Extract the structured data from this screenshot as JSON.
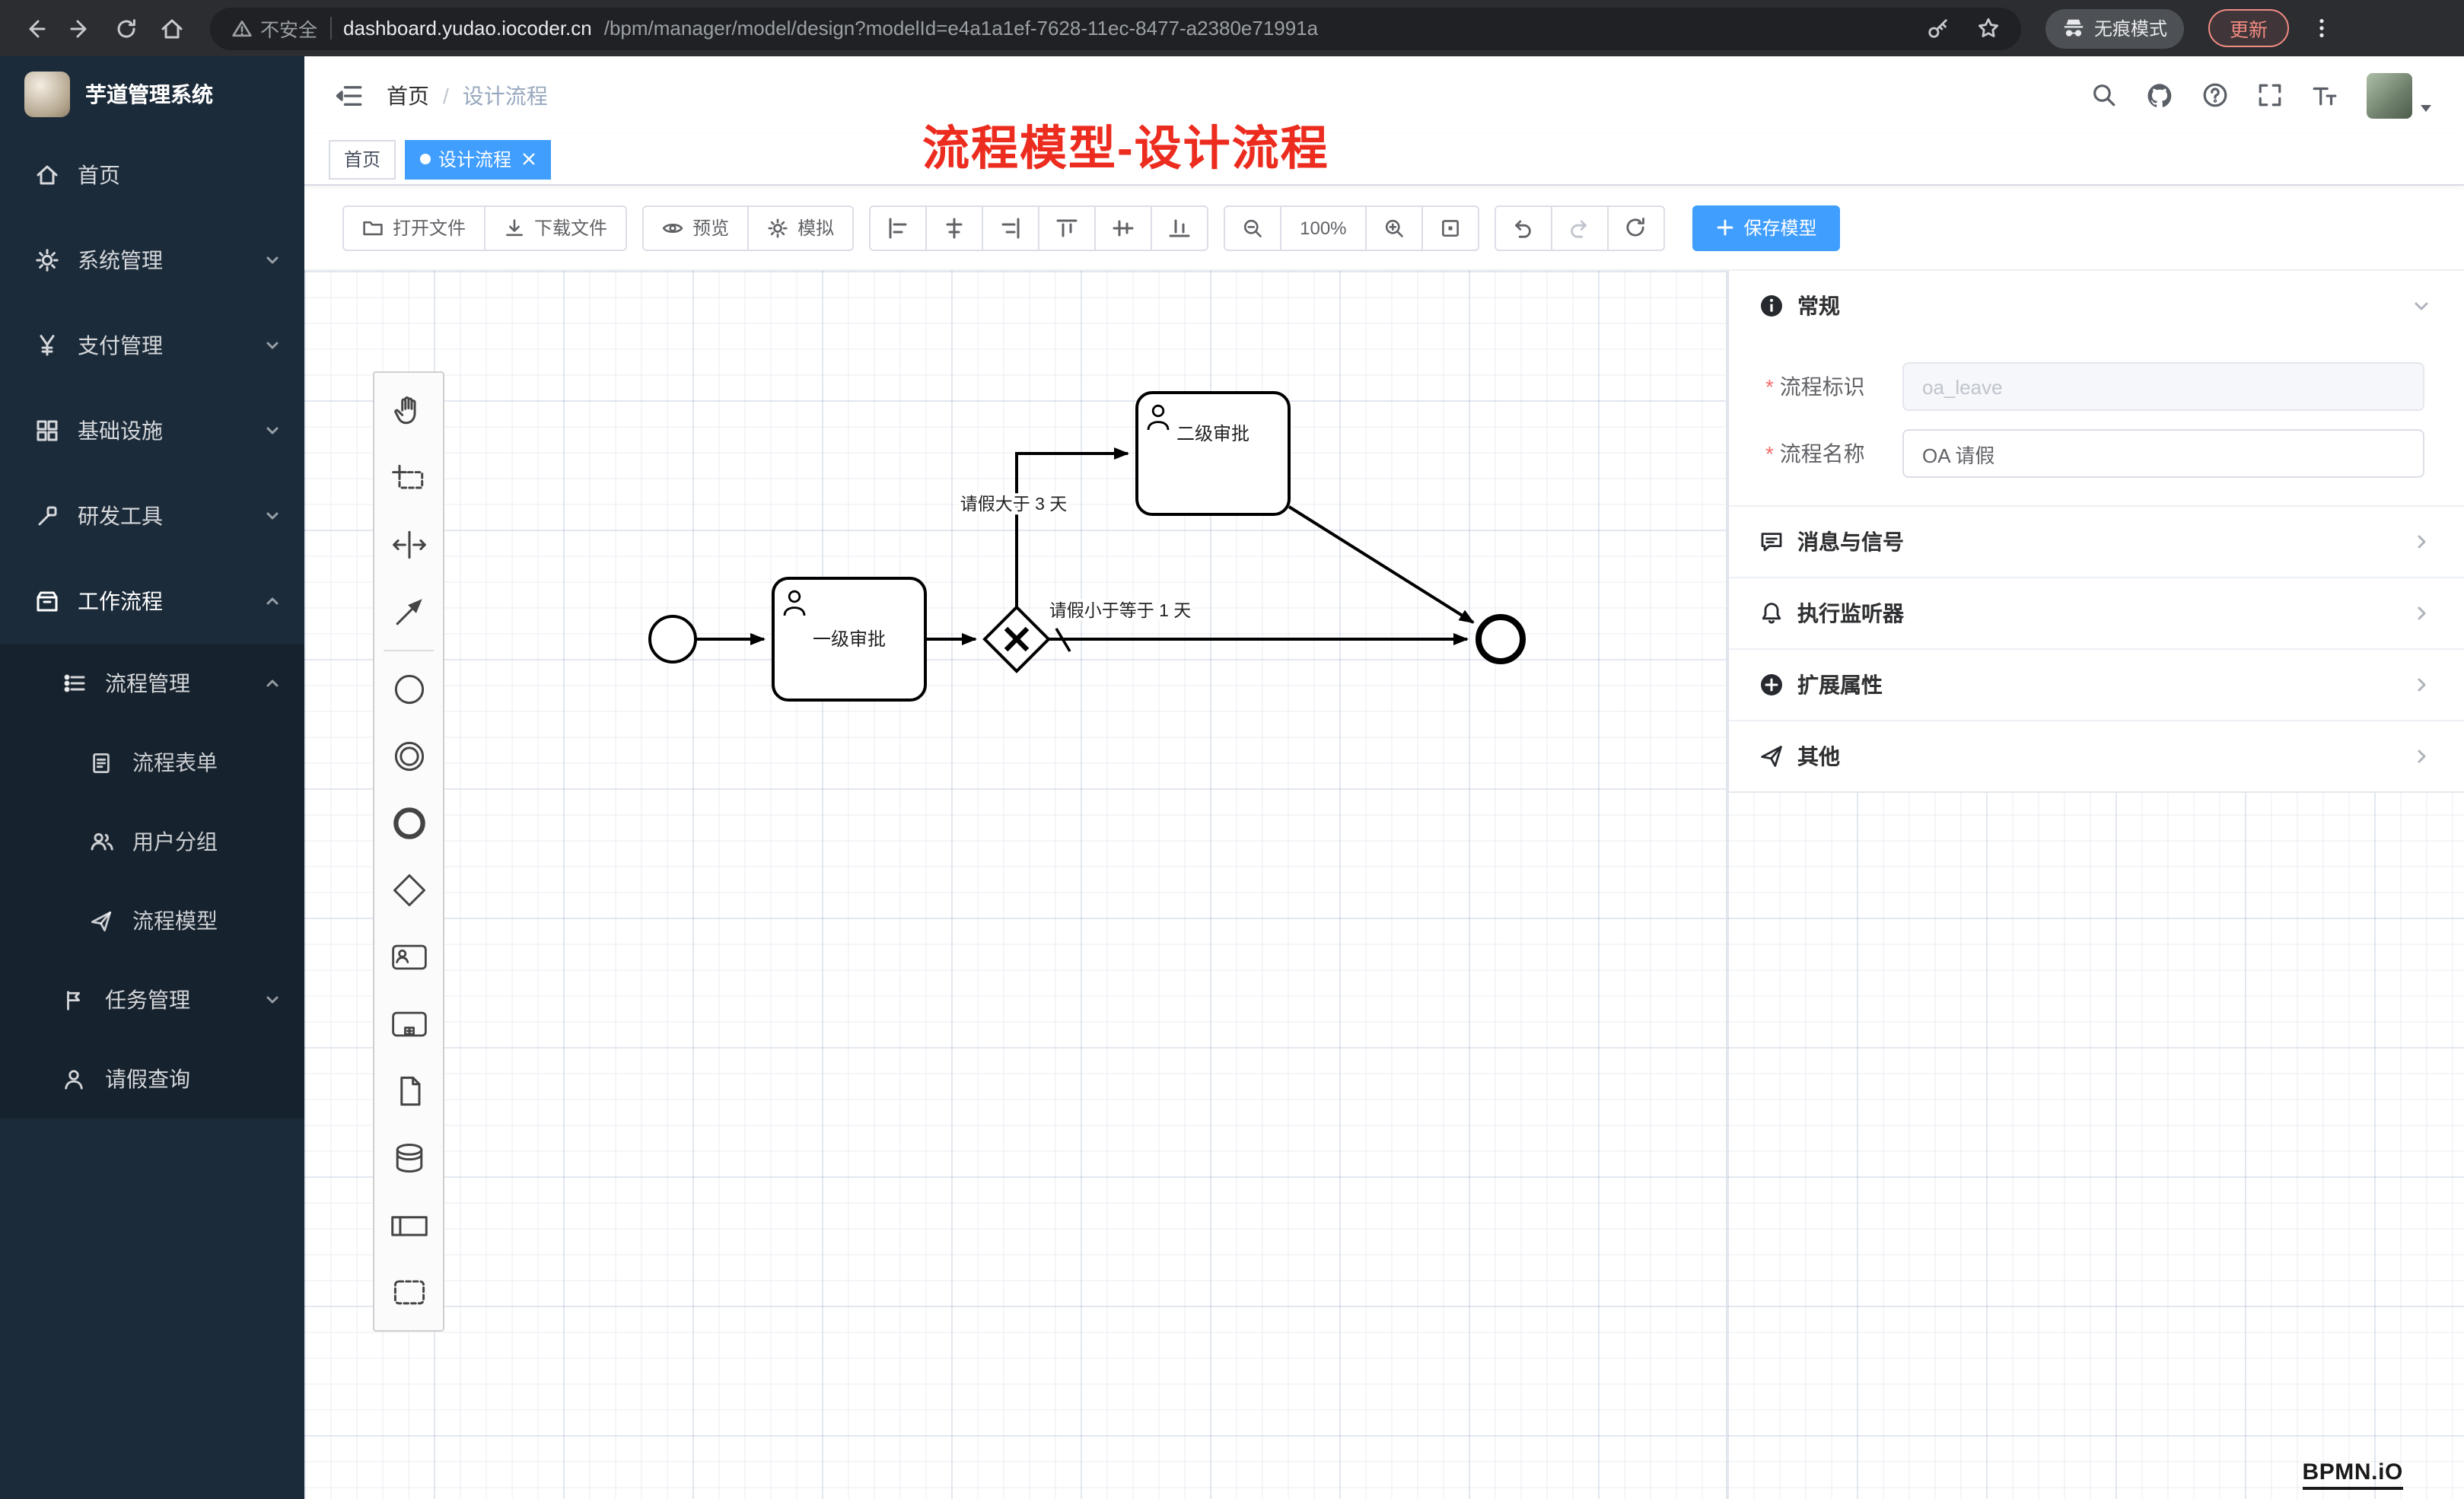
{
  "browser": {
    "security": "不安全",
    "host": "dashboard.yudao.iocoder.cn",
    "path": "/bpm/manager/model/design?modelId=e4a1a1ef-7628-11ec-8477-a2380e71991a",
    "incognito": "无痕模式",
    "update": "更新"
  },
  "sidebar": {
    "app_title": "芋道管理系统",
    "menu": {
      "home": "首页",
      "system": "系统管理",
      "pay": "支付管理",
      "infra": "基础设施",
      "dev": "研发工具",
      "workflow": "工作流程",
      "process_mgmt": "流程管理",
      "process_form": "流程表单",
      "user_group": "用户分组",
      "process_model": "流程模型",
      "task_mgmt": "任务管理",
      "leave_query": "请假查询"
    }
  },
  "header": {
    "breadcrumb_home": "首页",
    "breadcrumb_current": "设计流程",
    "annotation": "流程模型-设计流程"
  },
  "tabs": {
    "home": "首页",
    "current": "设计流程"
  },
  "toolbar": {
    "open": "打开文件",
    "download": "下载文件",
    "preview": "预览",
    "simulate": "模拟",
    "zoom": "100%",
    "save": "保存模型"
  },
  "diagram": {
    "task_first": "一级审批",
    "task_second": "二级审批",
    "cond_gt": "请假大于 3 天",
    "cond_le": "请假小于等于 1 天"
  },
  "panel": {
    "general": "常规",
    "key_label": "流程标识",
    "key_value": "oa_leave",
    "name_label": "流程名称",
    "name_value": "OA 请假",
    "messages": "消息与信号",
    "listeners": "执行监听器",
    "extensions": "扩展属性",
    "others": "其他"
  },
  "watermark": "BPMN.iO"
}
